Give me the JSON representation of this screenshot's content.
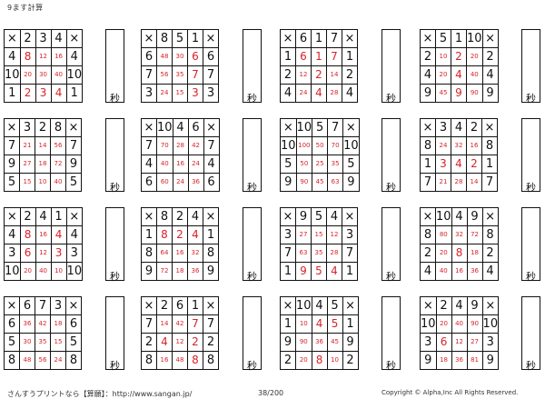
{
  "title": "9ます計算",
  "sec_label": "秒",
  "footer": {
    "left": "さんすうプリントなら【算願】：http://www.sangan.jp/",
    "page": "38/200",
    "copyright": "Copyright © Alpha,Inc All Rights Reserved."
  },
  "puzzles": [
    {
      "op": "×",
      "cols": [
        "2",
        "3",
        "4"
      ],
      "rows": [
        {
          "r": "4",
          "v": [
            "8",
            "12",
            "16"
          ]
        },
        {
          "r": "10",
          "v": [
            "20",
            "30",
            "40"
          ]
        },
        {
          "r": "1",
          "v": [
            "2",
            "3",
            "4"
          ]
        }
      ]
    },
    {
      "op": "×",
      "cols": [
        "8",
        "5",
        "1"
      ],
      "rows": [
        {
          "r": "6",
          "v": [
            "48",
            "30",
            "6"
          ]
        },
        {
          "r": "7",
          "v": [
            "56",
            "35",
            "7"
          ]
        },
        {
          "r": "3",
          "v": [
            "24",
            "15",
            "3"
          ]
        }
      ]
    },
    {
      "op": "×",
      "cols": [
        "6",
        "1",
        "7"
      ],
      "rows": [
        {
          "r": "1",
          "v": [
            "6",
            "1",
            "7"
          ]
        },
        {
          "r": "2",
          "v": [
            "12",
            "2",
            "14"
          ]
        },
        {
          "r": "4",
          "v": [
            "24",
            "4",
            "28"
          ]
        }
      ]
    },
    {
      "op": "×",
      "cols": [
        "5",
        "1",
        "10"
      ],
      "rows": [
        {
          "r": "2",
          "v": [
            "10",
            "2",
            "20"
          ]
        },
        {
          "r": "4",
          "v": [
            "20",
            "4",
            "40"
          ]
        },
        {
          "r": "9",
          "v": [
            "45",
            "9",
            "90"
          ]
        }
      ]
    },
    {
      "op": "×",
      "cols": [
        "3",
        "2",
        "8"
      ],
      "rows": [
        {
          "r": "7",
          "v": [
            "21",
            "14",
            "56"
          ]
        },
        {
          "r": "9",
          "v": [
            "27",
            "18",
            "72"
          ]
        },
        {
          "r": "5",
          "v": [
            "15",
            "10",
            "40"
          ]
        }
      ]
    },
    {
      "op": "×",
      "cols": [
        "10",
        "4",
        "6"
      ],
      "rows": [
        {
          "r": "7",
          "v": [
            "70",
            "28",
            "42"
          ]
        },
        {
          "r": "4",
          "v": [
            "40",
            "16",
            "24"
          ]
        },
        {
          "r": "6",
          "v": [
            "60",
            "24",
            "36"
          ]
        }
      ]
    },
    {
      "op": "×",
      "cols": [
        "10",
        "5",
        "7"
      ],
      "rows": [
        {
          "r": "10",
          "v": [
            "100",
            "50",
            "70"
          ]
        },
        {
          "r": "5",
          "v": [
            "50",
            "25",
            "35"
          ]
        },
        {
          "r": "9",
          "v": [
            "90",
            "45",
            "63"
          ]
        }
      ]
    },
    {
      "op": "×",
      "cols": [
        "3",
        "4",
        "2"
      ],
      "rows": [
        {
          "r": "8",
          "v": [
            "24",
            "32",
            "16"
          ]
        },
        {
          "r": "1",
          "v": [
            "3",
            "4",
            "2"
          ]
        },
        {
          "r": "7",
          "v": [
            "21",
            "28",
            "14"
          ]
        }
      ]
    },
    {
      "op": "×",
      "cols": [
        "2",
        "4",
        "1"
      ],
      "rows": [
        {
          "r": "4",
          "v": [
            "8",
            "16",
            "4"
          ]
        },
        {
          "r": "3",
          "v": [
            "6",
            "12",
            "3"
          ]
        },
        {
          "r": "10",
          "v": [
            "20",
            "40",
            "10"
          ]
        }
      ]
    },
    {
      "op": "×",
      "cols": [
        "8",
        "2",
        "4"
      ],
      "rows": [
        {
          "r": "1",
          "v": [
            "8",
            "2",
            "4"
          ]
        },
        {
          "r": "8",
          "v": [
            "64",
            "16",
            "32"
          ]
        },
        {
          "r": "9",
          "v": [
            "72",
            "18",
            "36"
          ]
        }
      ]
    },
    {
      "op": "×",
      "cols": [
        "9",
        "5",
        "4"
      ],
      "rows": [
        {
          "r": "3",
          "v": [
            "27",
            "15",
            "12"
          ]
        },
        {
          "r": "7",
          "v": [
            "63",
            "35",
            "28"
          ]
        },
        {
          "r": "1",
          "v": [
            "9",
            "5",
            "4"
          ]
        }
      ]
    },
    {
      "op": "×",
      "cols": [
        "10",
        "4",
        "9"
      ],
      "rows": [
        {
          "r": "8",
          "v": [
            "80",
            "32",
            "72"
          ]
        },
        {
          "r": "2",
          "v": [
            "20",
            "8",
            "18"
          ]
        },
        {
          "r": "4",
          "v": [
            "40",
            "16",
            "36"
          ]
        }
      ]
    },
    {
      "op": "×",
      "cols": [
        "6",
        "7",
        "3"
      ],
      "rows": [
        {
          "r": "6",
          "v": [
            "36",
            "42",
            "18"
          ]
        },
        {
          "r": "5",
          "v": [
            "30",
            "35",
            "15"
          ]
        },
        {
          "r": "8",
          "v": [
            "48",
            "56",
            "24"
          ]
        }
      ]
    },
    {
      "op": "×",
      "cols": [
        "2",
        "6",
        "1"
      ],
      "rows": [
        {
          "r": "7",
          "v": [
            "14",
            "42",
            "7"
          ]
        },
        {
          "r": "2",
          "v": [
            "4",
            "12",
            "2"
          ]
        },
        {
          "r": "8",
          "v": [
            "16",
            "48",
            "8"
          ]
        }
      ]
    },
    {
      "op": "×",
      "cols": [
        "10",
        "4",
        "5"
      ],
      "rows": [
        {
          "r": "1",
          "v": [
            "10",
            "4",
            "5"
          ]
        },
        {
          "r": "9",
          "v": [
            "90",
            "36",
            "45"
          ]
        },
        {
          "r": "2",
          "v": [
            "20",
            "8",
            "10"
          ]
        }
      ]
    },
    {
      "op": "×",
      "cols": [
        "2",
        "4",
        "9"
      ],
      "rows": [
        {
          "r": "10",
          "v": [
            "20",
            "40",
            "90"
          ]
        },
        {
          "r": "3",
          "v": [
            "6",
            "12",
            "27"
          ]
        },
        {
          "r": "9",
          "v": [
            "18",
            "36",
            "81"
          ]
        }
      ]
    }
  ]
}
